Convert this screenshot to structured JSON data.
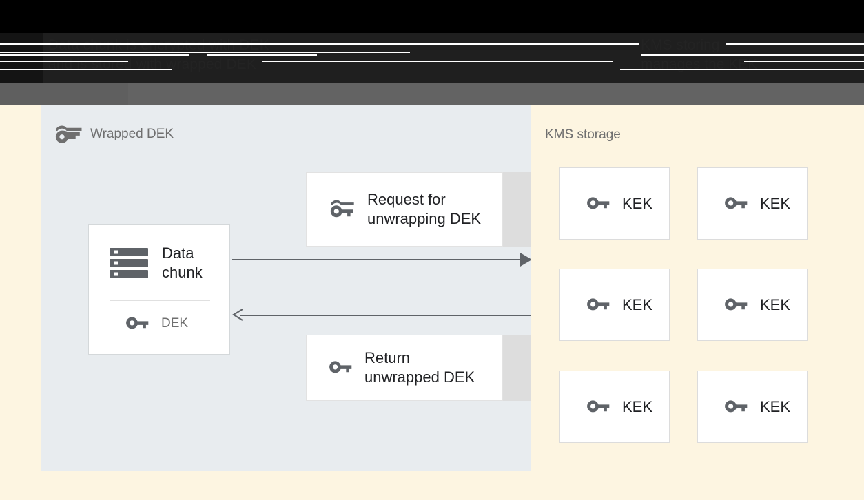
{
  "banner": {
    "title_left": "Data chunk is encrypted with DEK\nand is stored with wrapped DEK",
    "title_right": "KMS storing\nmanages the KEK"
  },
  "left_panel": {
    "title": "Wrapped DEK",
    "title_icon": "wrapped-key-icon",
    "data_chunk_card": {
      "icon": "server-storage-icon",
      "label": "Data\nchunk",
      "dek_icon": "key-icon",
      "dek_label": "DEK"
    },
    "messages": [
      {
        "id": "request",
        "icon": "wrapped-key-icon",
        "label": "Request for\nunwrapping DEK"
      },
      {
        "id": "return",
        "icon": "key-icon",
        "label": "Return\nunwrapped DEK"
      }
    ],
    "arrows": [
      {
        "id": "request-arrow",
        "direction": "right"
      },
      {
        "id": "return-arrow",
        "direction": "left"
      }
    ]
  },
  "right_panel": {
    "title": "KMS storage",
    "kek_cards": [
      {
        "icon": "key-icon",
        "label": "KEK"
      },
      {
        "icon": "key-icon",
        "label": "KEK"
      },
      {
        "icon": "key-icon",
        "label": "KEK"
      },
      {
        "icon": "key-icon",
        "label": "KEK"
      },
      {
        "icon": "key-icon",
        "label": "KEK"
      },
      {
        "icon": "key-icon",
        "label": "KEK"
      }
    ]
  },
  "colors": {
    "page_background": "#fdf5e1",
    "left_panel_background": "#e8ecef",
    "right_panel_background": "#fdf5e1",
    "card_background": "#ffffff",
    "icon_grey": "#5f6368",
    "muted_text": "#6f6f6f",
    "body_text": "#202124",
    "banner_grey": "#636363",
    "band_grey": "#dddddd"
  }
}
